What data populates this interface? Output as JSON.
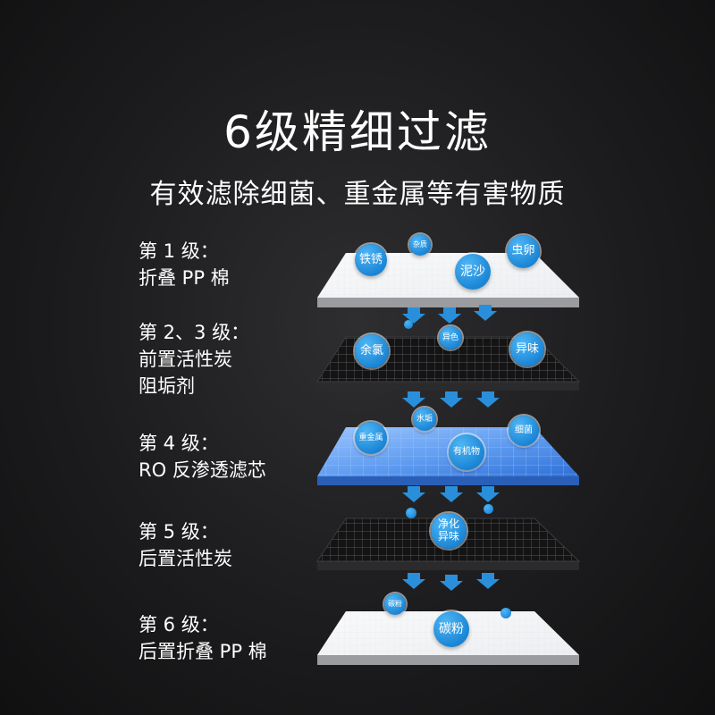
{
  "title": "6级精细过滤",
  "subtitle": "有效滤除细菌、重金属等有害物质",
  "stages": [
    {
      "line1": "第 1 级：",
      "line2": "折叠 PP 棉",
      "line3": ""
    },
    {
      "line1": "第 2、3 级：",
      "line2": "前置活性炭",
      "line3": "阻垢剂"
    },
    {
      "line1": "第 4 级：",
      "line2": "RO 反渗透滤芯",
      "line3": ""
    },
    {
      "line1": "第 5 级：",
      "line2": "后置活性炭",
      "line3": ""
    },
    {
      "line1": "第 6 级：",
      "line2": "后置折叠 PP 棉",
      "line3": ""
    }
  ],
  "bubbles": {
    "tiexiu": "铁锈",
    "zazhi": "杂质",
    "nisha": "泥沙",
    "chongluan": "虫卵",
    "yuse": "异色",
    "yulv": "余氯",
    "yiwei": "异味",
    "shuigou": "水垢",
    "zhongjinshu": "重金属",
    "youjiwu": "有机物",
    "xijun": "细菌",
    "jinghua_line1": "净化",
    "jinghua_line2": "异味",
    "tanfen_small": "碳粉",
    "tanfen": "碳粉"
  },
  "colors": {
    "bubble": "#1b86d6",
    "arrow": "#2a8fdb",
    "white_layer": "#f2f3f5",
    "carbon_layer": "#151516",
    "ro_layer": "#4d8fe8"
  }
}
